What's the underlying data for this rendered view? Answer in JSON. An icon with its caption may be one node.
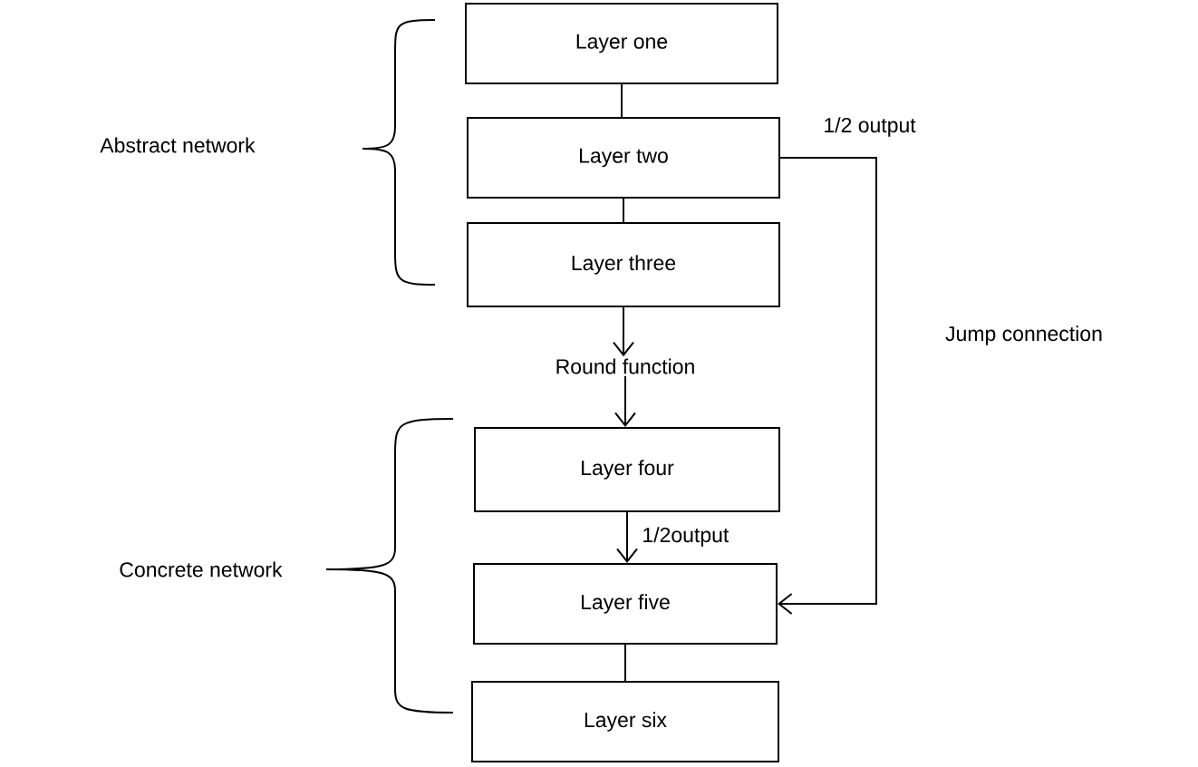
{
  "diagram": {
    "nodes": [
      {
        "text": [
          "Layer one"
        ]
      },
      {
        "text": [
          "Layer two"
        ]
      },
      {
        "text": [
          "Layer three"
        ]
      },
      {
        "text": [
          "Layer four"
        ]
      },
      {
        "text": [
          "Layer five"
        ]
      },
      {
        "text": [
          "Layer six"
        ]
      },
      {
        "text": [
          "Round function"
        ]
      }
    ],
    "edges": [
      {
        "from": 0,
        "to": 1,
        "arrow": "none"
      },
      {
        "from": 1,
        "to": 2,
        "arrow": "none"
      },
      {
        "from": 2,
        "to": 6,
        "arrow": "to"
      },
      {
        "from": 6,
        "to": 3,
        "arrow": "to"
      },
      {
        "from": 3,
        "to": 4,
        "arrow": "to",
        "label": "1/2output"
      },
      {
        "from": 4,
        "to": 5,
        "arrow": "none"
      },
      {
        "from": 1,
        "to": 4,
        "arrow": "to",
        "label": "1/2 output"
      }
    ],
    "labels": [
      "Abstract network",
      "Jump connection",
      "Concrete network"
    ]
  }
}
